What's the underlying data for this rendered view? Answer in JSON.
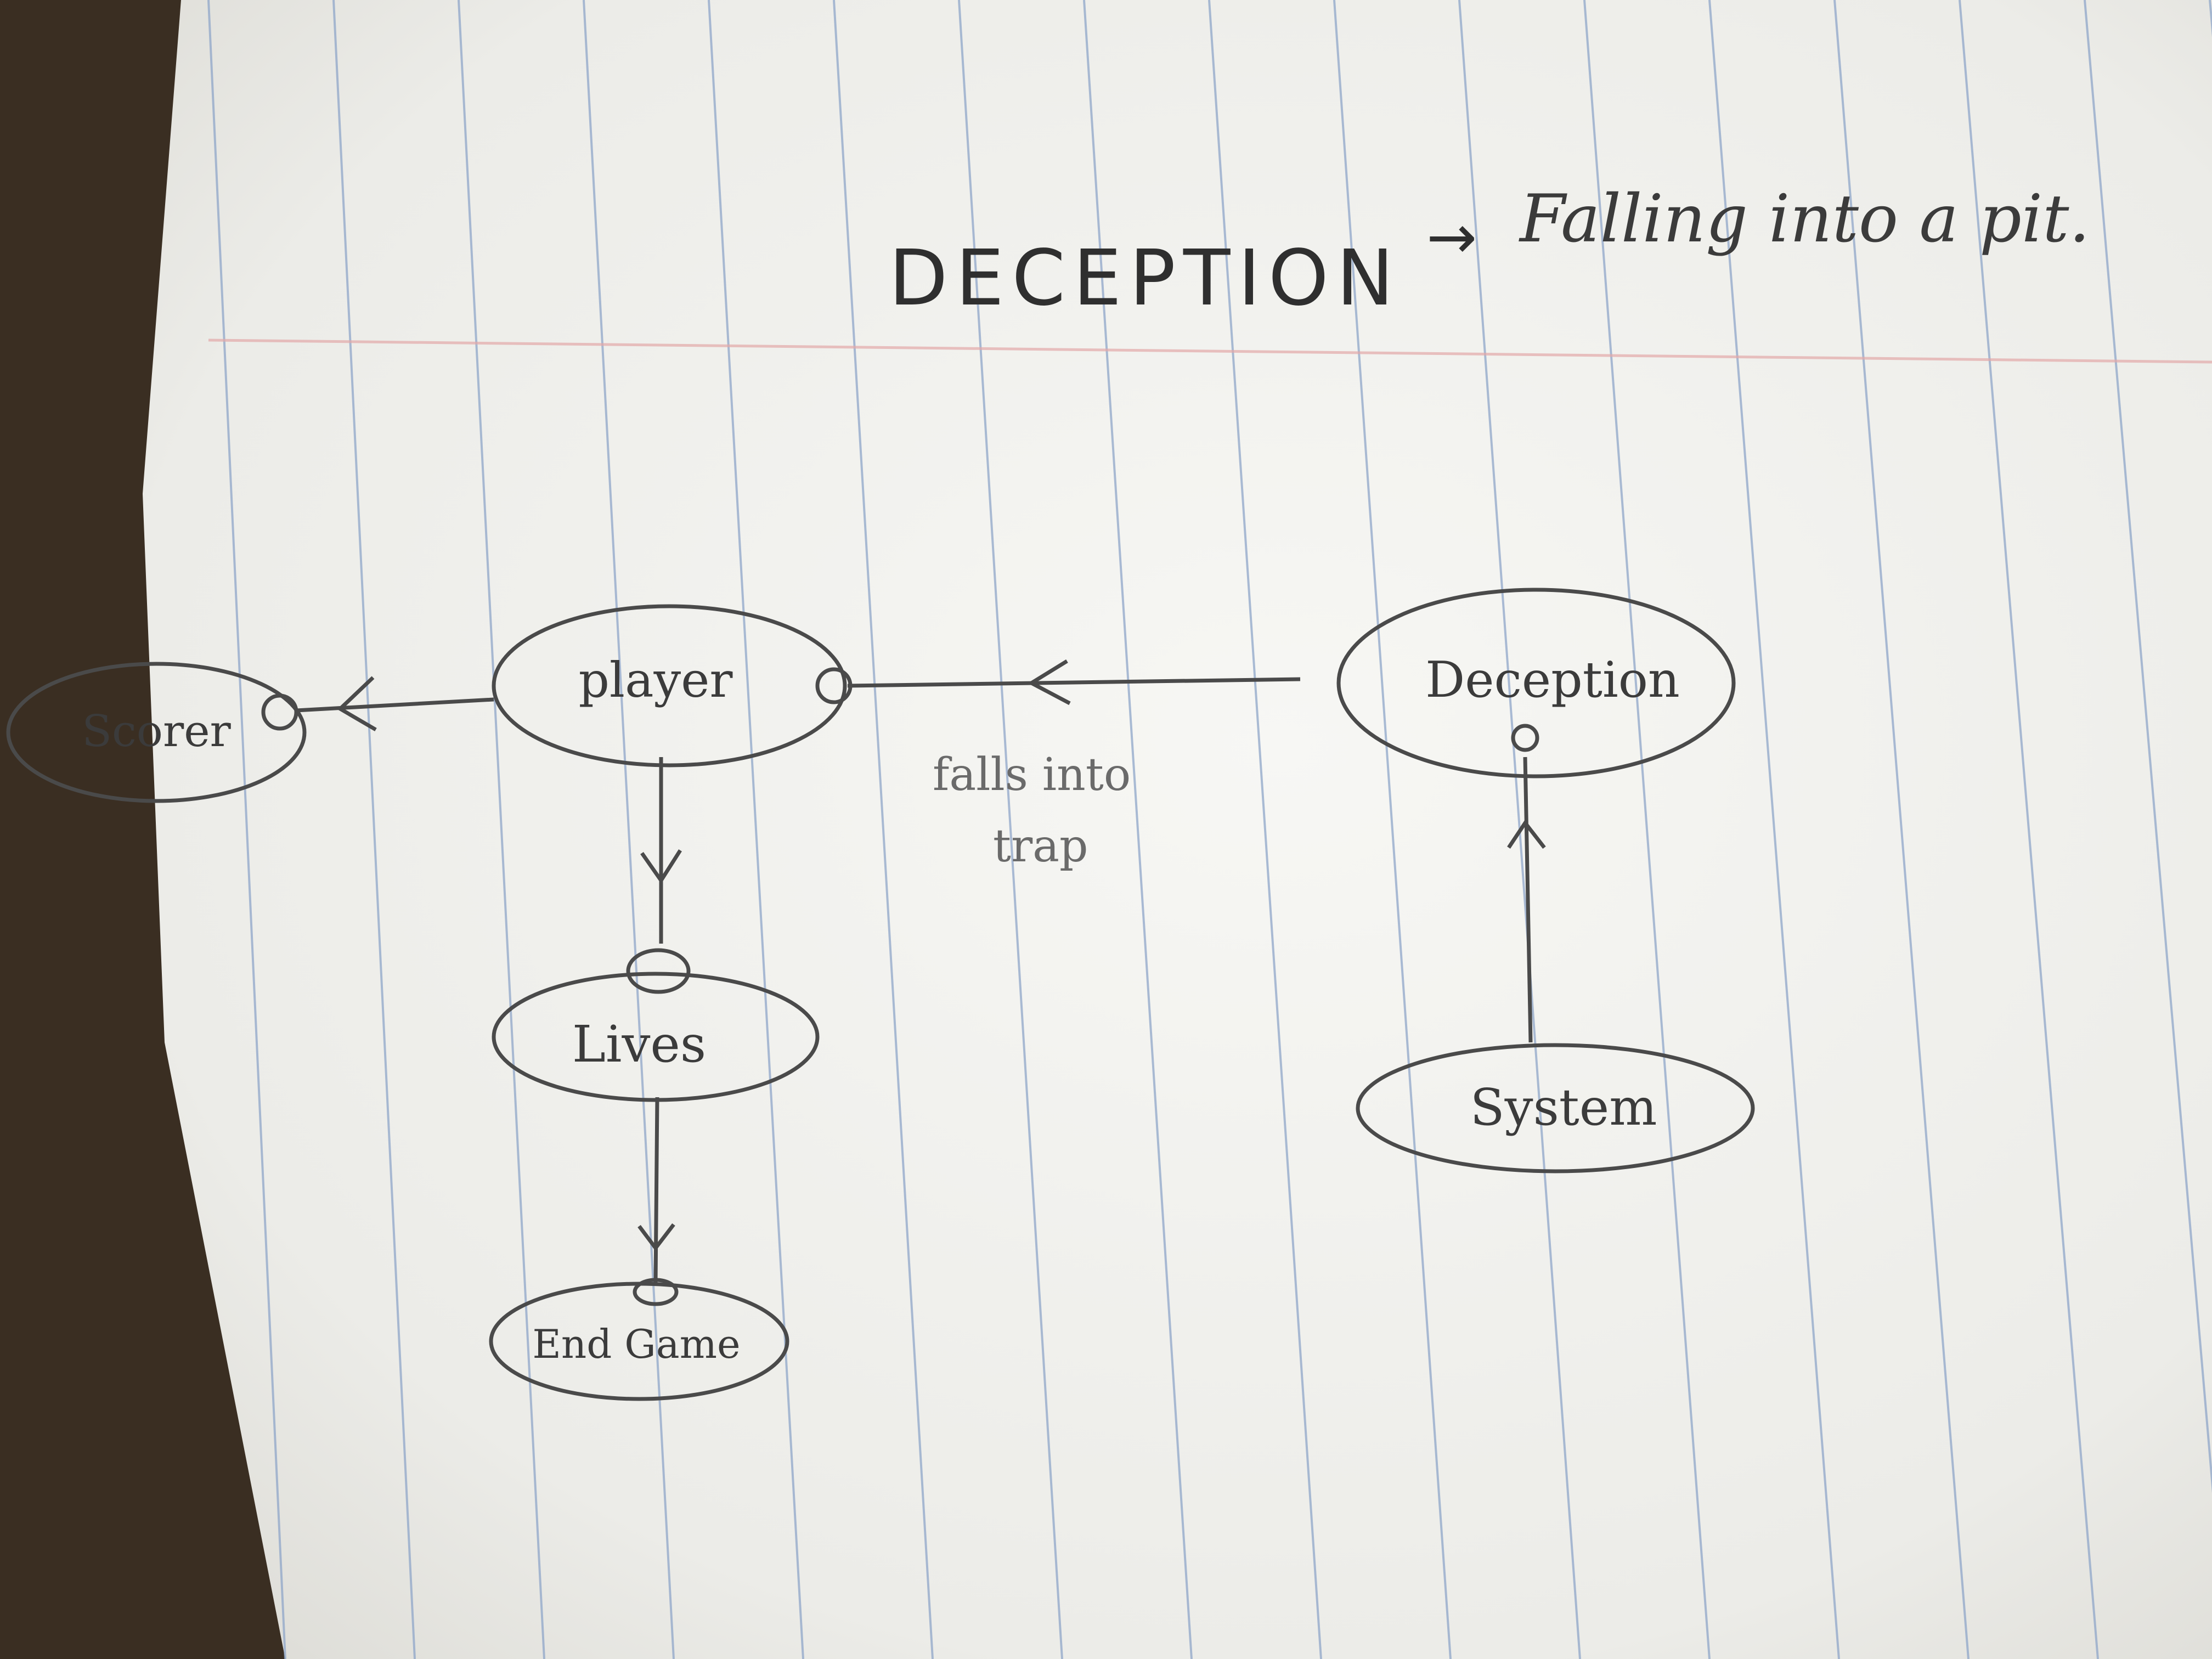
{
  "heading": {
    "title": "DECEPTION",
    "arrow": "→",
    "subtitle": "Falling into a pit."
  },
  "nodes": {
    "scorer": "Scorer",
    "player": "player",
    "deception": "Deception",
    "lives": "Lives",
    "end_game": "End Game",
    "system": "System"
  },
  "edges": {
    "deception_to_player_label_line1": "falls into",
    "deception_to_player_label_line2": "trap"
  },
  "colors": {
    "paper": "#f3f3ef",
    "rule_line": "#8fa6c9",
    "margin_line": "#e3a9a9",
    "pencil": "#4a4a4a"
  }
}
